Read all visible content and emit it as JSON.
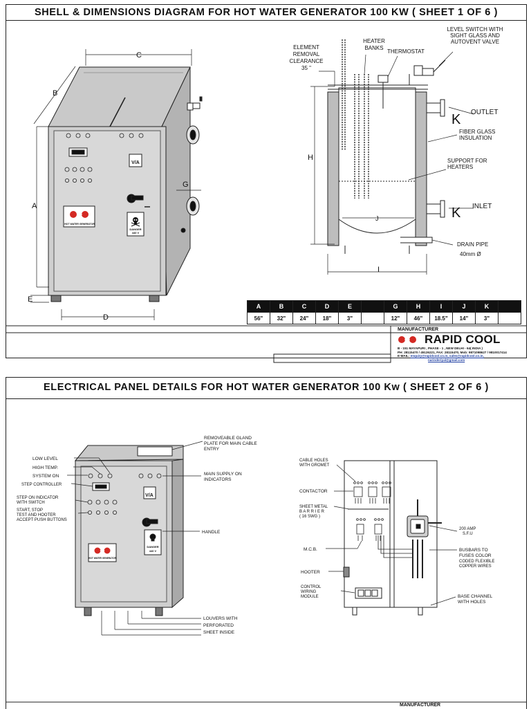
{
  "sheet1": {
    "title": "SHELL & DIMENSIONS  DIAGRAM FOR HOT WATER GENERATOR 100 KW ( SHEET 1 OF 6 )",
    "iso_labels": {
      "A": "A",
      "B": "B",
      "C": "C",
      "D": "D",
      "E": "E",
      "G": "G"
    },
    "panel": {
      "plate_text": "HOT WATER GENERATOR",
      "danger_text": "DANGER",
      "voltage_text": "440 V",
      "meter_text": "V/A"
    },
    "section_labels": {
      "element_removal": [
        "ELEMENT",
        "REMOVAL",
        "CLEARANCE",
        "35 \""
      ],
      "heater_banks": [
        "HEATER",
        "BANKS"
      ],
      "thermostat": "THERMOSTAT",
      "level_switch": [
        "LEVEL SWITCH WITH",
        "SIGHT GLASS AND",
        "AUTOVENT VALVE"
      ],
      "outlet": "OUTLET",
      "fiber_glass": [
        "FIBER GLASS",
        "INSULATION"
      ],
      "support": [
        "SUPPORT FOR",
        "HEATERS"
      ],
      "inlet": "INLET",
      "drain_pipe": [
        "DRAIN PIPE",
        "40mm Ø"
      ],
      "k_outlet": "K",
      "k_inlet": "K",
      "H": "H",
      "J": "J",
      "I": "I"
    },
    "dimensions_table": {
      "headers": [
        "A",
        "B",
        "C",
        "D",
        "E",
        "",
        "G",
        "H",
        "I",
        "J",
        "K",
        ""
      ],
      "values": [
        "56\"",
        "32\"",
        "24\"",
        "18\"",
        "3\"",
        "",
        "12\"",
        "46\"",
        "18.5\"",
        "14\"",
        "3\"",
        ""
      ]
    },
    "manufacturer_label": "MANUFACTURER",
    "brand": "RAPID COOL",
    "address_lines": [
      "B - 151  MAYAPURI , PHASE - 1 , NEW DELHI - 64( INDIA )",
      "PH: 28115470 / 45126221, FAX: 28115470, Mob: 9871098627 / 9810017414"
    ],
    "email_label": "E-MAIL:",
    "emails": [
      "enquiry@rapidcool.co.in, sales@rapidcool.co.in,",
      "narinderiyal@gmail.com"
    ]
  },
  "sheet2": {
    "title": "ELECTRICAL  PANEL  DETAILS  FOR HOT WATER  GENERATOR  100 Kw  ( SHEET 2 OF 6 )",
    "front_labels": {
      "gland_plate": [
        "REMOVEABLE  GLAND",
        "PLATE FOR MAIN CABLE",
        "ENTRY"
      ],
      "low_level": "LOW LEVEL",
      "high_temp": "HIGH TEMP.",
      "system_on": "SYSTEM ON",
      "step_controller": "STEP CONTROLLER",
      "main_supply": [
        "MAIN SUPPLY ON",
        "INDICATORS"
      ],
      "step_on": [
        "STEP  ON INDICATOR",
        "WITH SWITCH"
      ],
      "start_stop": [
        "START, STOP",
        "TEST AND HOOTER",
        "ACCEPT PUSH BUTTONS"
      ],
      "handle": "HANDLE",
      "louvers": [
        "LOUVERS WITH",
        "PERFORATED",
        "SHEET  INSIDE"
      ]
    },
    "inside_labels": {
      "cable_holes": [
        "CABLE HOLES",
        "WITH GROMET"
      ],
      "contactor": "CONTACTOR",
      "barrier": [
        "SHEET METAL",
        "B A R R I E R",
        "( 16 SWG )"
      ],
      "mcb": "M.C.B.",
      "hooter": "HOOTER",
      "control_wiring": [
        "CONTROL",
        "WIRING",
        "MODULE"
      ],
      "sfu": [
        "200 AMP",
        "S.F.U"
      ],
      "busbars": [
        "BUSBARS  TO",
        "FUSES  COLOR",
        "CODED FLEXIBLE",
        "COPPER WIRES"
      ],
      "base_channel": [
        "BASE CHANNEL",
        "WITH  HOLES"
      ]
    },
    "manufacturer_label": "MANUFACTURER"
  },
  "colors": {
    "logo_red": "#d42a24",
    "panel_grey": "#bdbdbd",
    "dark_grey": "#8a8a8a",
    "ink": "#111111"
  }
}
